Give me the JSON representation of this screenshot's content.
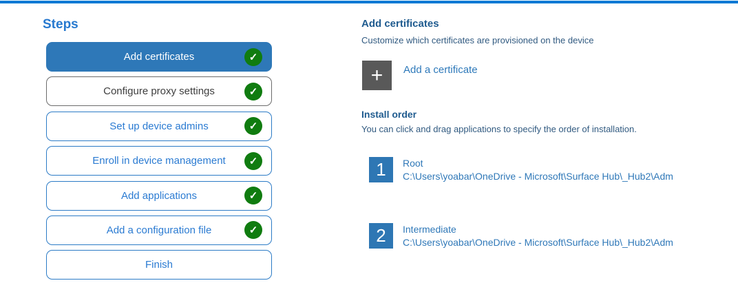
{
  "colors": {
    "top_bar": "#0078d4",
    "active_step_background": "#2e78b8",
    "step_border_blue": "#2c7bc6",
    "step_text_blue": "#2b7bd2",
    "visited_step_border": "#6b6b6b",
    "check_green": "#107c10",
    "add_square_gray": "#595959",
    "number_square_blue": "#2e77b4",
    "heading_blue": "#1f5b8f",
    "body_text_blue": "#315a80",
    "link_blue": "#2f78b8"
  },
  "steps_panel": {
    "title": "Steps",
    "items": [
      {
        "label": "Add certificates",
        "state": "active",
        "checked": true
      },
      {
        "label": "Configure proxy settings",
        "state": "visited",
        "checked": true
      },
      {
        "label": "Set up device admins",
        "state": "normal",
        "checked": true
      },
      {
        "label": "Enroll in device management",
        "state": "normal",
        "checked": true
      },
      {
        "label": "Add applications",
        "state": "normal",
        "checked": true
      },
      {
        "label": "Add a configuration file",
        "state": "normal",
        "checked": true
      },
      {
        "label": "Finish",
        "state": "normal",
        "checked": false
      }
    ],
    "check_glyph": "✓"
  },
  "content": {
    "title": "Add certificates",
    "subtitle": "Customize which certificates are provisioned on the device",
    "add_button": {
      "icon": "plus-icon",
      "glyph": "+",
      "label": "Add a certificate"
    },
    "install_order": {
      "title": "Install order",
      "description": "You can click and drag applications to specify the order of installation.",
      "items": [
        {
          "number": "1",
          "name": "Root",
          "path": "C:\\Users\\yoabar\\OneDrive - Microsoft\\Surface Hub\\_Hub2\\Adm"
        },
        {
          "number": "2",
          "name": "Intermediate",
          "path": "C:\\Users\\yoabar\\OneDrive - Microsoft\\Surface Hub\\_Hub2\\Adm"
        }
      ]
    }
  }
}
